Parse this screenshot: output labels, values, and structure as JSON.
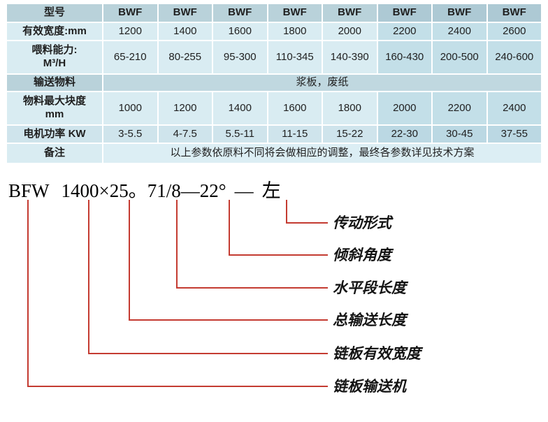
{
  "table": {
    "rows": [
      {
        "label": "型号",
        "values": [
          "BWF",
          "BWF",
          "BWF",
          "BWF",
          "BWF",
          "BWF",
          "BWF",
          "BWF"
        ]
      },
      {
        "label": "有效宽度:mm",
        "values": [
          "1200",
          "1400",
          "1600",
          "1800",
          "2000",
          "2200",
          "2400",
          "2600"
        ]
      },
      {
        "label": "喂料能力:",
        "label2": "M³/H",
        "values": [
          "65-210",
          "80-255",
          "95-300",
          "110-345",
          "140-390",
          "160-430",
          "200-500",
          "240-600"
        ]
      },
      {
        "label": "输送物料",
        "value": "浆板，废纸"
      },
      {
        "label": "物料最大块度",
        "label2": "mm",
        "values": [
          "1000",
          "1200",
          "1400",
          "1600",
          "1800",
          "2000",
          "2200",
          "2400"
        ]
      },
      {
        "label": "电机功率 KW",
        "values": [
          "3-5.5",
          "4-7.5",
          "5.5-11",
          "11-15",
          "15-22",
          "22-30",
          "30-45",
          "37-55"
        ]
      },
      {
        "label": "备注",
        "value": "以上参数依原料不同将会做相应的调整，最终各参数详见技术方案"
      }
    ]
  },
  "diagram": {
    "model": {
      "prefix": "BFW",
      "width": "1400",
      "times": "×",
      "length": "25。71/8",
      "dash1": "—",
      "angle": "22°",
      "dash2": "—",
      "side": "左"
    },
    "labels": [
      "传动形式",
      "倾斜角度",
      "水平段长度",
      "总输送长度",
      "链板有效宽度",
      "链板输送机"
    ]
  },
  "colors": {
    "leader_red": "#c43b31",
    "table_dark": "#b9d2da",
    "table_light": "#d9ecf2",
    "table_mid": "#cfe4ec",
    "table_highlight": "#c3dfe8"
  }
}
